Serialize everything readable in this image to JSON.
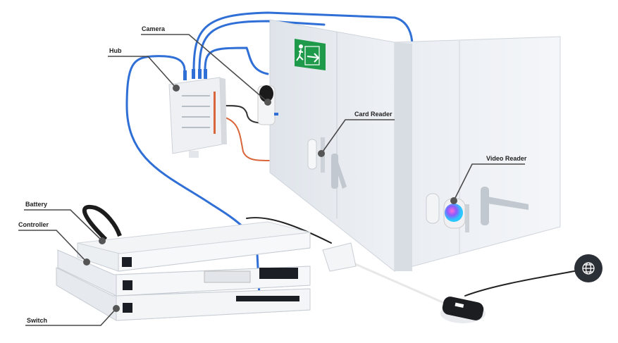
{
  "labels": {
    "camera": "Camera",
    "hub": "Hub",
    "card_reader": "Card Reader",
    "video_reader": "Video Reader",
    "battery": "Battery",
    "controller": "Controller",
    "switch": "Switch"
  },
  "icons": {
    "internet": "globe-icon",
    "exit_sign": "exit-running-man-icon"
  },
  "colors": {
    "cable_blue": "#2f6fd6",
    "exit_green": "#1e9a4a",
    "cable_orange": "#d9653a",
    "globe_bg": "#2b2f36"
  }
}
